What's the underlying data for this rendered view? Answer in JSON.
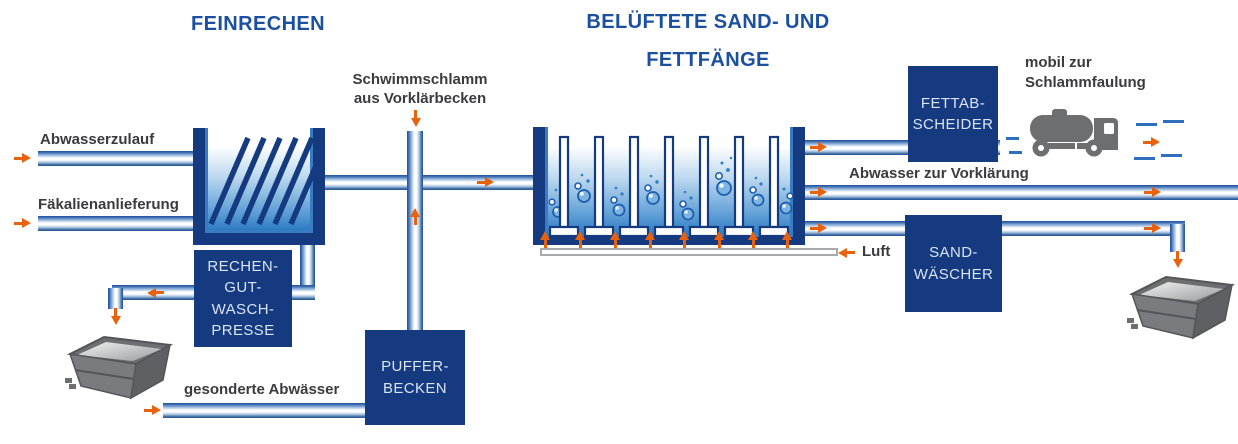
{
  "diagram_type": "wastewater-treatment-process-flow",
  "titles": {
    "feinrechen": "FEINRECHEN",
    "sandfett_line1": "BELÜFTETE SAND- UND",
    "sandfett_line2": "FETTFÄNGE"
  },
  "labels": {
    "abwasserzulauf": "Abwasserzulauf",
    "faekalienanlieferung": "Fäkalienanlieferung",
    "schwimmschlamm_line1": "Schwimmschlamm",
    "schwimmschlamm_line2": "aus Vorklärbecken",
    "gesonderte_abwaesser": "gesonderte Abwässer",
    "abwasser_zur_vorklaerung": "Abwasser zur Vorklärung",
    "luft": "Luft",
    "mobil_line1": "mobil zur",
    "mobil_line2": "Schlammfaulung"
  },
  "boxes": {
    "rechengutwaschpresse": {
      "lines": [
        "RECHEN-",
        "GUT-",
        "WASCH-",
        "PRESSE"
      ]
    },
    "pufferbecken": {
      "lines": [
        "PUFFER-",
        "BECKEN"
      ]
    },
    "fettabscheider": {
      "lines": [
        "FETTAB-",
        "SCHEIDER"
      ]
    },
    "sandwaescher": {
      "lines": [
        "SAND-",
        "WÄSCHER"
      ]
    }
  },
  "icons": {
    "tanker_truck": "tanker-truck-icon",
    "skip_left": "skip-container-icon",
    "skip_right": "skip-container-icon"
  },
  "colors": {
    "navy_box": "#153a80",
    "title_blue": "#1b4fa0",
    "pipe_edge_blue": "#1e509f",
    "water_blue": "#2e7cc4",
    "arrow_orange": "#e8610c",
    "label_gray": "#3b3b3d",
    "icon_gray": "#6d6e70",
    "air_line_gray": "#a8aaad",
    "dash_blue": "#2e6fbd"
  }
}
